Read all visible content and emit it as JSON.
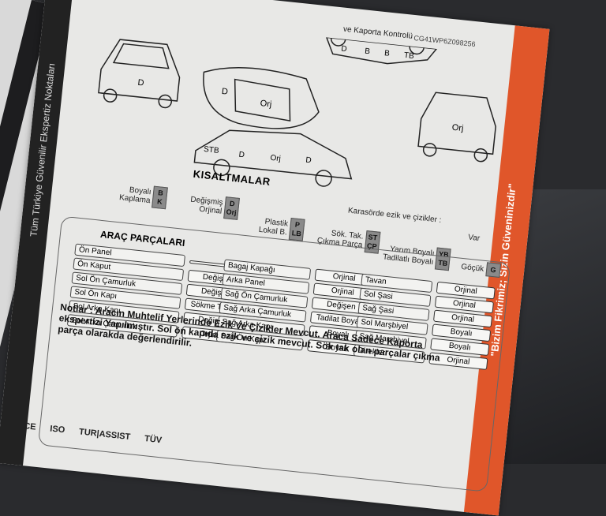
{
  "header": {
    "kaporta_title": "ve Kaporta Kontrolü",
    "vin_partial": "CG41WP6Z098256"
  },
  "side_band": {
    "left_text": "Tüm Türkiye Güvenilir Ekspertiz Noktaları",
    "right_text": "\"Bizim Fikrimiz; Sizin Güveninizdir\""
  },
  "car_labels": {
    "front": [
      "D"
    ],
    "top": [
      "D",
      "Orj"
    ],
    "back": [
      "Orj"
    ],
    "side_top": [
      "D",
      "B",
      "B",
      "TB"
    ],
    "side_bottom": [
      "STB",
      "D",
      "Orj",
      "D"
    ]
  },
  "abbreviations": {
    "title": "KISALTMALAR",
    "karasorde": "Karasörde ezik ve çizikler :",
    "var": "Var",
    "items": [
      {
        "label_lines": [
          "Boyalı",
          "Kaplama"
        ],
        "codes": [
          "B",
          "K"
        ]
      },
      {
        "label_lines": [
          "Değişmiş",
          "Orjinal"
        ],
        "codes": [
          "D",
          "Orj"
        ]
      },
      {
        "label_lines": [
          "Plastik",
          "Lokal B."
        ],
        "codes": [
          "P",
          "LB"
        ]
      },
      {
        "label_lines": [
          "Sök. Tak.",
          "Çıkma Parça"
        ],
        "codes": [
          "ST",
          "ÇP"
        ]
      },
      {
        "label_lines": [
          "Yarım Boyalı",
          "Tadilatlı Boyalı"
        ],
        "codes": [
          "YB",
          "TB"
        ]
      },
      {
        "label_lines": [
          "Göçük"
        ],
        "codes": [
          "G"
        ]
      }
    ]
  },
  "parts": {
    "title": "ARAÇ PARÇALARI",
    "col1": [
      {
        "name": "Ön Panel",
        "value": ""
      },
      {
        "name": "Ön Kaput",
        "value": "Değişen"
      },
      {
        "name": "Sol Ön Çamurluk",
        "value": "Değişen"
      },
      {
        "name": "Sol Ön Kapı",
        "value": "Sökme Takma Boyalı"
      },
      {
        "name": "Sol Arka Kapı",
        "value": "Değişen"
      },
      {
        "name": "Sol Arka Çamurluk",
        "value": "Orjinal"
      }
    ],
    "col2": [
      {
        "name": "Bagaj Kapağı",
        "value": "Orjinal"
      },
      {
        "name": "Arka Panel",
        "value": "Orjinal"
      },
      {
        "name": "Sağ Ön Çamurluk",
        "value": "Değişen"
      },
      {
        "name": "Sağ Arka Çamurluk",
        "value": "Tadilat Boyalı"
      },
      {
        "name": "Sağ Arka Kapı",
        "value": "Boyalı"
      },
      {
        "name": "Sağ Ön Kapı",
        "value": "Boyalı"
      }
    ],
    "col3": [
      {
        "name": "Tavan",
        "value": "Orjinal"
      },
      {
        "name": "Sol Şasi",
        "value": "Orjinal"
      },
      {
        "name": "Sağ Şasi",
        "value": "Orjinal"
      },
      {
        "name": "Sol Marşbiyel",
        "value": "Boyalı"
      },
      {
        "name": "Sağ Marşbiyel",
        "value": "Boyalı"
      },
      {
        "name": "Direkler",
        "value": "Orjinal"
      }
    ]
  },
  "notes": "Notlar : Aracın Muhtelif Yerlerinde Ezik Ve Çizikler Mevcut. Araca Sadece Kaporta ekspertizi Yapılmıştır. Sol ön kapıda ezik ve çizik mevcut. Sök tak olan parçalar çıkma parça olarakda değerlendirilir.",
  "footer": {
    "logos": [
      "CE",
      "ISO",
      "TUR|ASSIST",
      "TÜV"
    ]
  },
  "colors": {
    "orange": "#e0562a",
    "paper": "#e8e8e6",
    "box_gray": "#8a8a8a"
  }
}
